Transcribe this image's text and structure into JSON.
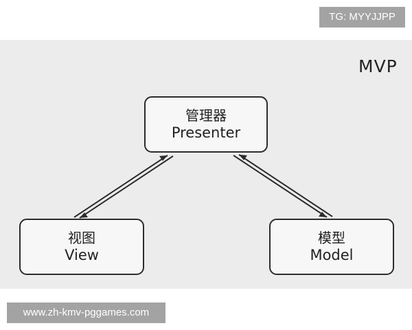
{
  "watermark_top": "TG: MYYJJPP",
  "title": "MVP",
  "nodes": {
    "presenter": {
      "zh": "管理器",
      "en": "Presenter"
    },
    "view": {
      "zh": "视图",
      "en": "View"
    },
    "model": {
      "zh": "模型",
      "en": "Model"
    }
  },
  "edges": [
    {
      "from": "view",
      "to": "presenter",
      "style": "double-line-bidirectional"
    },
    {
      "from": "model",
      "to": "presenter",
      "style": "double-line-bidirectional"
    }
  ],
  "watermark_bottom": "www.zh-kmv-pggames.com",
  "colors": {
    "panel": "#ececec",
    "stroke": "#2c2c2c",
    "badge": "#a3a3a3"
  }
}
